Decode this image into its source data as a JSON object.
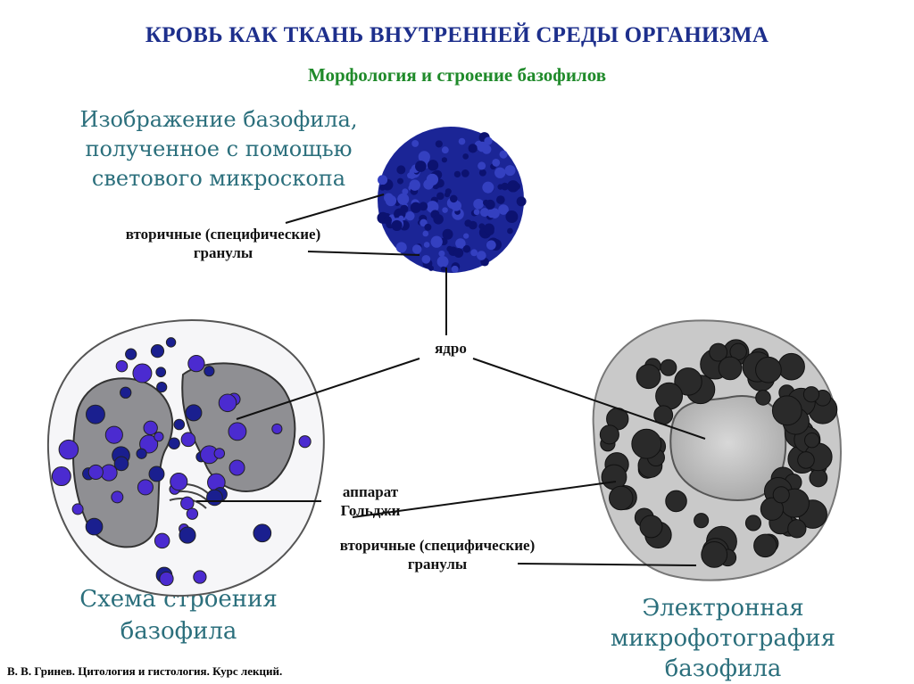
{
  "header": {
    "title": "КРОВЬ КАК ТКАНЬ ВНУТРЕННЕЙ СРЕДЫ ОРГАНИЗМА",
    "subtitle": "Морфология и строение базофилов"
  },
  "captions": {
    "light_microscope": [
      "Изображение базофила,",
      "полученное с помощью",
      "светового микроскопа"
    ],
    "scheme": [
      "Схема строения",
      "базофила"
    ],
    "electron": [
      "Электронная",
      "микрофотография",
      "базофила"
    ]
  },
  "labels": {
    "granules_top": [
      "вторичные (специфические)",
      "гранулы"
    ],
    "nucleus": "ядро",
    "golgi": [
      "аппарат",
      "Гольджи"
    ],
    "granules_bottom": [
      "вторичные (специфические)",
      "гранулы"
    ]
  },
  "footer": "В. В. Гринев. Цитология и гистология. Курс лекций.",
  "colors": {
    "title": "#1d2f8c",
    "subtitle": "#1f8a2a",
    "caption": "#2b6f7c",
    "granule_blue": "#1a1f8f",
    "granule_violet": "#4b2bd0"
  }
}
